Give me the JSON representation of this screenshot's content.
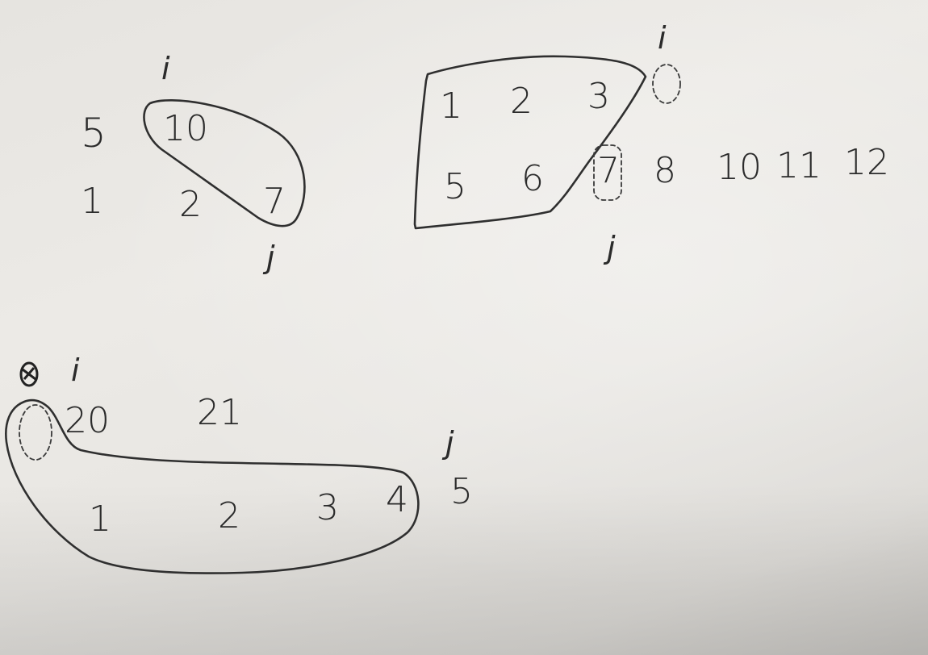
{
  "sketch_1": {
    "i_label": "i",
    "numbers": [
      "5",
      "10",
      "1",
      "2",
      "7"
    ],
    "j_label": "j"
  },
  "sketch_2": {
    "i_label": "i",
    "numbers": [
      "1",
      "2",
      "3",
      "5",
      "6",
      "7",
      "8",
      "10",
      "11",
      "12"
    ],
    "j_label": "j"
  },
  "sketch_3": {
    "i_label": "i",
    "numbers": [
      "20",
      "21",
      "1",
      "2",
      "3",
      "4",
      "5"
    ],
    "j_label": "j"
  },
  "colors": {
    "paper": "#e8e6e2",
    "ink": "#2b2b2b"
  }
}
